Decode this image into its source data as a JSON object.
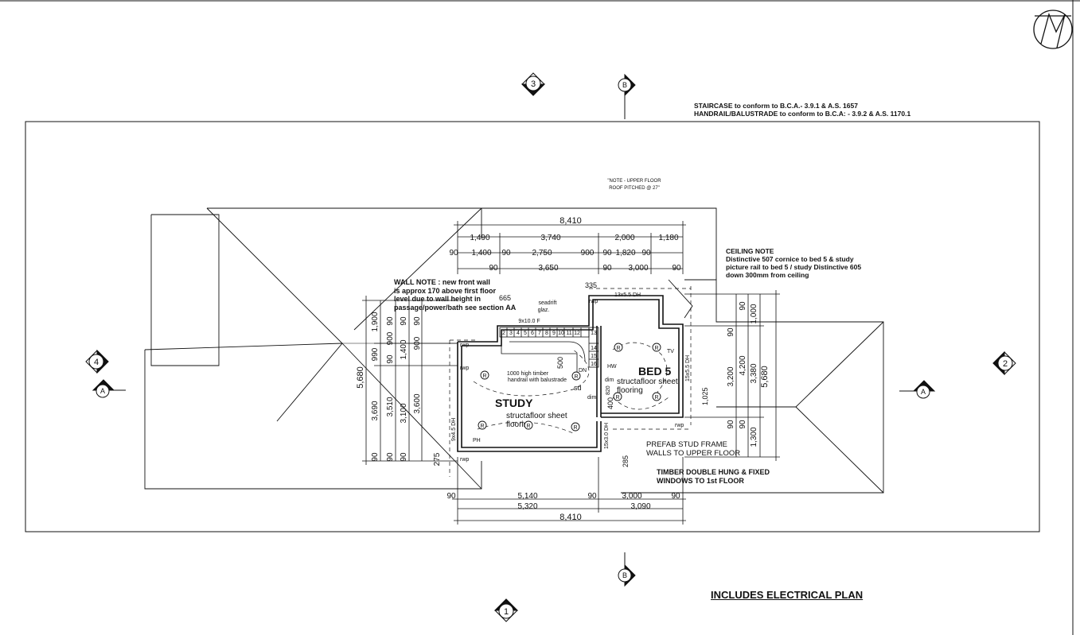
{
  "notes": {
    "staircase_1": "STAIRCASE to conform to  B.C.A.- 3.9.1  & A.S. 1657",
    "staircase_2": "HANDRAIL/BALUSTRADE to conform to B.C.A: - 3.9.2  & A.S. 1170.1",
    "upper_floor_1": "\"NOTE - UPPER FLOOR",
    "upper_floor_2": "ROOF PITCHED @ 27\"",
    "ceiling_title": "CEILING NOTE",
    "ceiling_1": "Distinctive 507 cornice to bed 5 & study",
    "ceiling_2": "picture rail to bed 5 / study Distinctive 605",
    "ceiling_3": "down 300mm from ceiling",
    "wall_1": "WALL NOTE : new front wall",
    "wall_2": "is approx 170 above first floor",
    "wall_3": "level due to wall height in",
    "wall_4": "passage/power/bath see section AA",
    "prefab_1": "PREFAB STUD FRAME",
    "prefab_2": "WALLS TO UPPER FLOOR",
    "windows_1": "TIMBER DOUBLE HUNG & FIXED",
    "windows_2": "WINDOWS TO 1st FLOOR",
    "footer": "INCLUDES ELECTRICAL PLAN"
  },
  "markers": {
    "grid_3": "3",
    "grid_1": "1",
    "grid_4": "4",
    "grid_2": "2",
    "section_a": "A",
    "section_b": "B"
  },
  "rooms": {
    "study": "STUDY",
    "study_floor_1": "structafloor sheet",
    "study_floor_2": "flooring",
    "bed5": "BED 5",
    "bed5_floor_1": "structafloor sheet",
    "bed5_floor_2": "flooring"
  },
  "stair": {
    "steps": [
      "2",
      "3",
      "4",
      "5",
      "6",
      "7",
      "8",
      "9",
      "10",
      "11",
      "12",
      "13"
    ],
    "lower_steps": [
      "14",
      "15",
      "16"
    ],
    "going": "9x10.0 F",
    "seadrift_1": "seadrift",
    "seadrift_2": "glaz.",
    "handrail_1": "1000 high timber",
    "handrail_2": "handrail with balustrade",
    "dn": "DN"
  },
  "dims": {
    "top_total": "8,410",
    "top_row1": [
      "1,490",
      "3,740",
      "2,000",
      "1,180"
    ],
    "top_row2": [
      "90",
      "1,400",
      "90",
      "2,750",
      "900",
      "90",
      "1,820",
      "90"
    ],
    "top_row3": [
      "90",
      "3,650",
      "90",
      "3,000",
      "90"
    ],
    "bottom_row1": [
      "90",
      "5,140",
      "90",
      "3,000",
      "90"
    ],
    "bottom_row2": [
      "5,320",
      "3,090"
    ],
    "bottom_total": "8,410",
    "left_total": "5,680",
    "left_a": [
      "1,900",
      "990",
      "3,690",
      "90"
    ],
    "left_b": [
      "90",
      "900",
      "90",
      "3,510",
      "90"
    ],
    "left_c": [
      "90",
      "1,400",
      "3,100",
      "90"
    ],
    "left_d": [
      "90",
      "900",
      "3,600"
    ],
    "left_misc": [
      "275"
    ],
    "right_total": "5,680",
    "right_a": [
      "90",
      "3,200",
      "90"
    ],
    "right_b": [
      "90",
      "4,200",
      "90"
    ],
    "right_c": [
      "1,000",
      "3,380",
      "1,300"
    ],
    "misc": [
      "335",
      "665",
      "500",
      "400",
      "820",
      "1,025",
      "285"
    ]
  },
  "labels": {
    "window_top": "13x5.5 DH",
    "window_right": "15x5.5 DH",
    "window_left": "9x4.5 DH",
    "window_bottom": "15x3.0 DH",
    "rwp": "rwp",
    "ph": "PH",
    "tv": "TV",
    "hw": "HW",
    "sd": "sd",
    "dim": "dim",
    "r": "R"
  },
  "colors": {
    "ink": "#111111",
    "paper": "#ffffff"
  }
}
